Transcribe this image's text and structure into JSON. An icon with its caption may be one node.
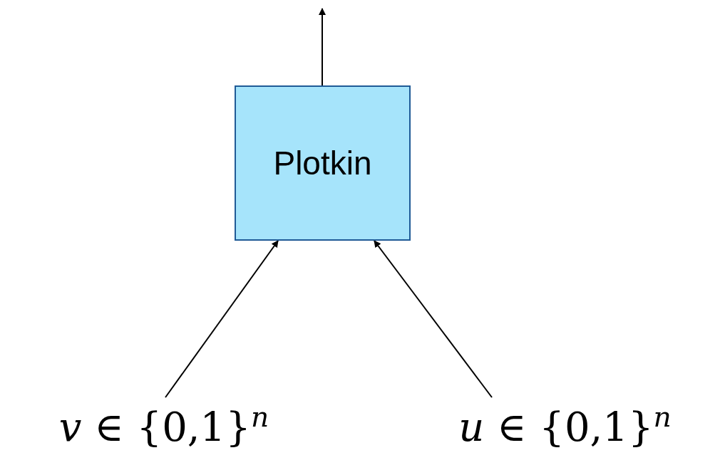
{
  "diagram": {
    "nodes": [
      {
        "text": [
          "Plotkin"
        ]
      },
      {
        "text": [
          "*v* ∈ {0,1}$^{n}$"
        ]
      },
      {
        "text": [
          "*u* ∈ {0,1}$^{n}$"
        ]
      }
    ],
    "edges": [
      {
        "from": 0,
        "to": null,
        "arrow": "to"
      },
      {
        "from": 1,
        "to": 0,
        "arrow": "to"
      },
      {
        "from": 2,
        "to": 0,
        "arrow": "to"
      }
    ]
  }
}
